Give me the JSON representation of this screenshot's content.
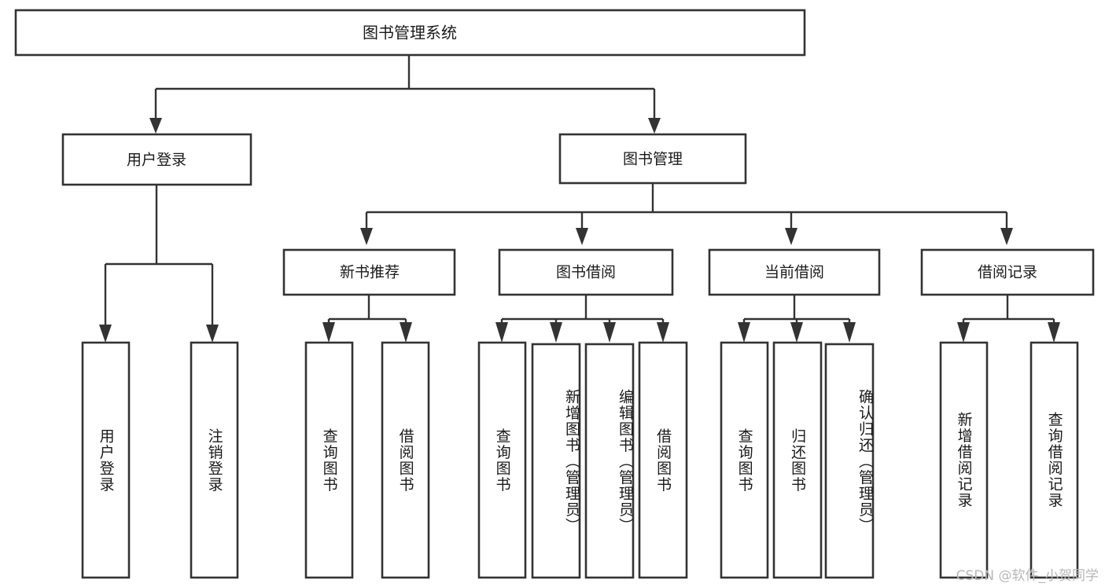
{
  "diagram": {
    "title": "图书管理系统",
    "type": "tree-hierarchy-chart",
    "watermark": "CSDN @软件_小贺同学",
    "root": {
      "id": "root",
      "label": "图书管理系统"
    },
    "level2": [
      {
        "id": "user-login",
        "label": "用户登录"
      },
      {
        "id": "book-manage",
        "label": "图书管理"
      }
    ],
    "level3": [
      {
        "id": "new-book-rec",
        "label": "新书推荐",
        "parent": "book-manage"
      },
      {
        "id": "book-borrow",
        "label": "图书借阅",
        "parent": "book-manage"
      },
      {
        "id": "current-borrow",
        "label": "当前借阅",
        "parent": "book-manage"
      },
      {
        "id": "borrow-record",
        "label": "借阅记录",
        "parent": "book-manage"
      }
    ],
    "leaves": [
      {
        "id": "leaf-user-login",
        "label": "用户登录",
        "parent": "user-login"
      },
      {
        "id": "leaf-logout",
        "label": "注销登录",
        "parent": "user-login"
      },
      {
        "id": "leaf-query-book-1",
        "label": "查询图书",
        "parent": "new-book-rec"
      },
      {
        "id": "leaf-borrow-book-1",
        "label": "借阅图书",
        "parent": "new-book-rec"
      },
      {
        "id": "leaf-query-book-2",
        "label": "查询图书",
        "parent": "book-borrow"
      },
      {
        "id": "leaf-add-book",
        "label": "新增图书（管理员）",
        "parent": "book-borrow"
      },
      {
        "id": "leaf-edit-book",
        "label": "编辑图书（管理员）",
        "parent": "book-borrow"
      },
      {
        "id": "leaf-borrow-book-2",
        "label": "借阅图书",
        "parent": "book-borrow"
      },
      {
        "id": "leaf-query-book-3",
        "label": "查询图书",
        "parent": "current-borrow"
      },
      {
        "id": "leaf-return-book",
        "label": "归还图书",
        "parent": "current-borrow"
      },
      {
        "id": "leaf-confirm-return",
        "label": "确认归还（管理员）",
        "parent": "current-borrow"
      },
      {
        "id": "leaf-add-record",
        "label": "新增借阅记录",
        "parent": "borrow-record"
      },
      {
        "id": "leaf-query-record",
        "label": "查询借阅记录",
        "parent": "borrow-record"
      }
    ],
    "colors": {
      "box_stroke": "#333333",
      "box_fill": "#ffffff",
      "text": "#1a1a1a",
      "connector": "#333333",
      "background": "#ffffff",
      "watermark": "#b8b8b8"
    }
  }
}
